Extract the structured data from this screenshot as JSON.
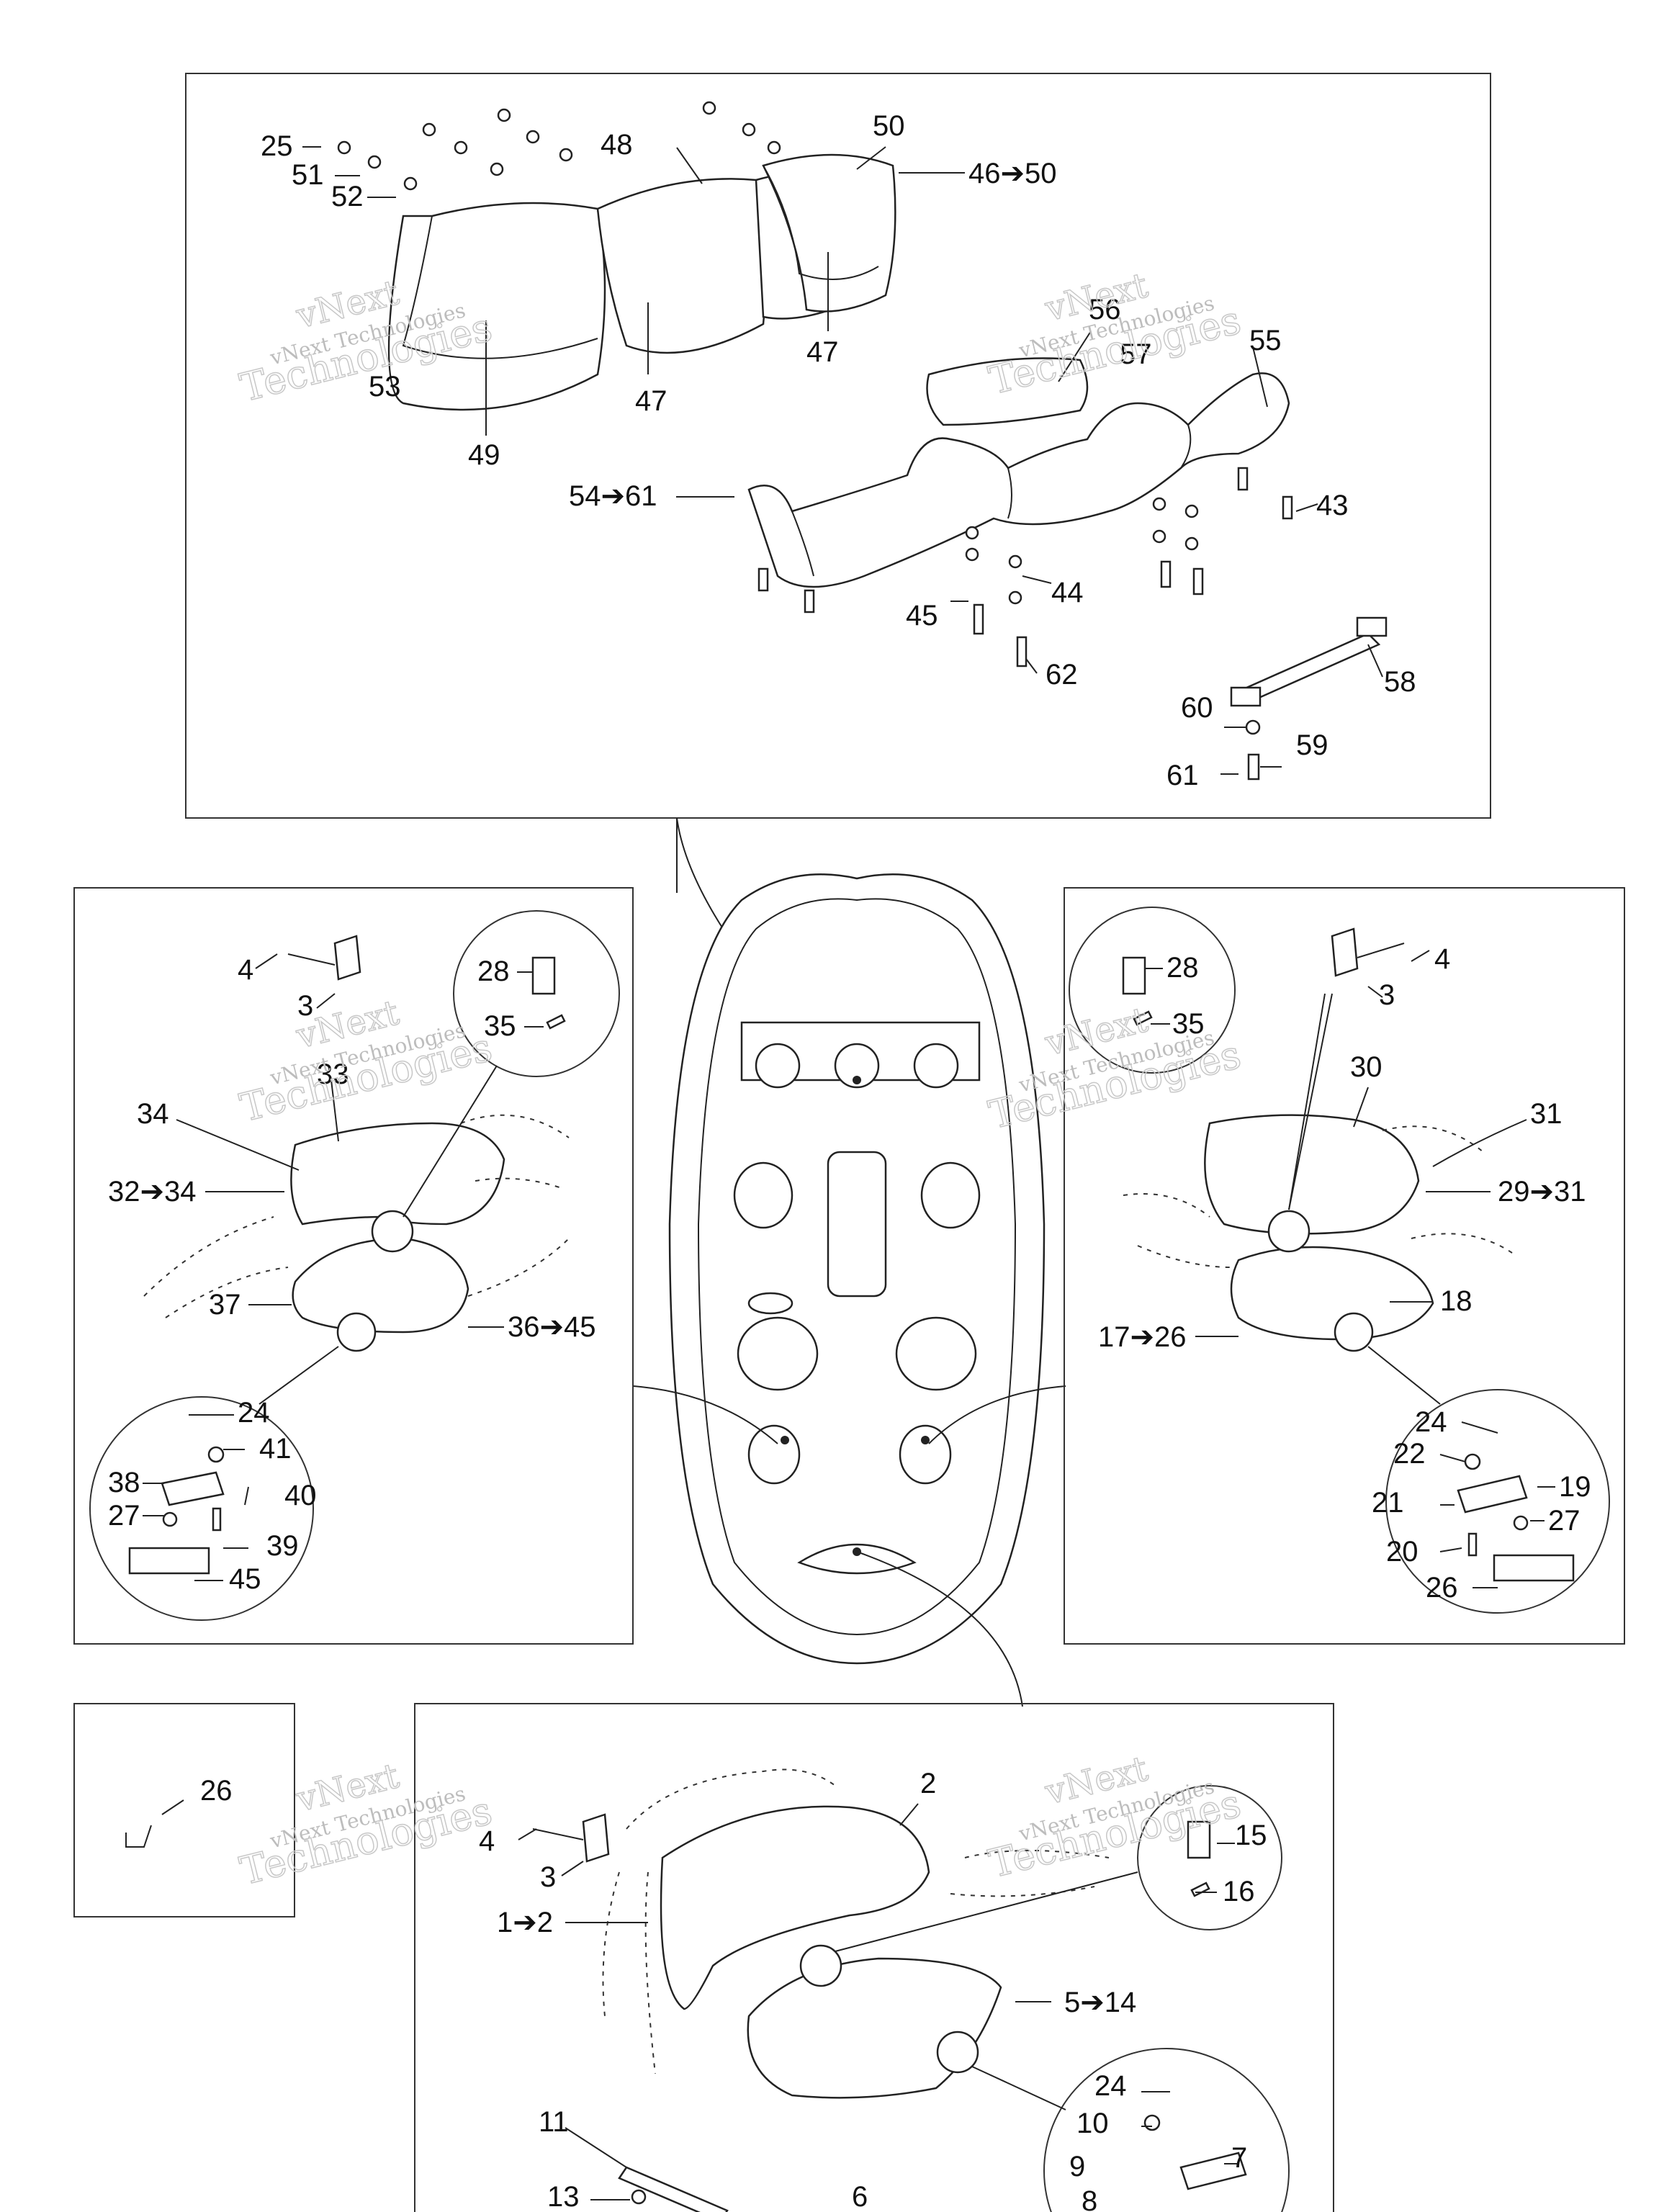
{
  "watermarks": [
    {
      "brand": "vNext",
      "company": "vNext Technologies",
      "word": "Technologies"
    },
    {
      "brand": "vNext",
      "company": "vNext Technologies",
      "word": "Technologies"
    },
    {
      "brand": "vNext",
      "company": "vNext Technologies",
      "word": "Technologies"
    },
    {
      "brand": "vNext",
      "company": "vNext Technologies",
      "word": "Technologies"
    },
    {
      "brand": "vNext",
      "company": "vNext Technologies",
      "word": "Technologies"
    },
    {
      "brand": "vNext",
      "company": "vNext Technologies",
      "word": "Technologies"
    }
  ],
  "top_panel": {
    "labels": [
      "25",
      "51",
      "52",
      "48",
      "50",
      "46➔50",
      "47",
      "47",
      "49",
      "53",
      "56",
      "57",
      "55",
      "54➔61",
      "43",
      "44",
      "45",
      "62",
      "58",
      "60",
      "59",
      "61"
    ]
  },
  "left_panel": {
    "labels": [
      "4",
      "3",
      "28",
      "35",
      "33",
      "34",
      "32➔34",
      "37",
      "36➔45",
      "24",
      "41",
      "38",
      "40",
      "27",
      "39",
      "45"
    ]
  },
  "right_panel": {
    "labels": [
      "28",
      "35",
      "4",
      "3",
      "30",
      "31",
      "29➔31",
      "18",
      "17➔26",
      "24",
      "22",
      "19",
      "21",
      "27",
      "20",
      "26"
    ]
  },
  "small_panel": {
    "labels": [
      "26"
    ]
  },
  "bottom_panel": {
    "labels": [
      "2",
      "4",
      "3",
      "15",
      "16",
      "1➔2",
      "5➔14",
      "24",
      "10",
      "7",
      "9",
      "8",
      "11",
      "13",
      "6"
    ]
  }
}
